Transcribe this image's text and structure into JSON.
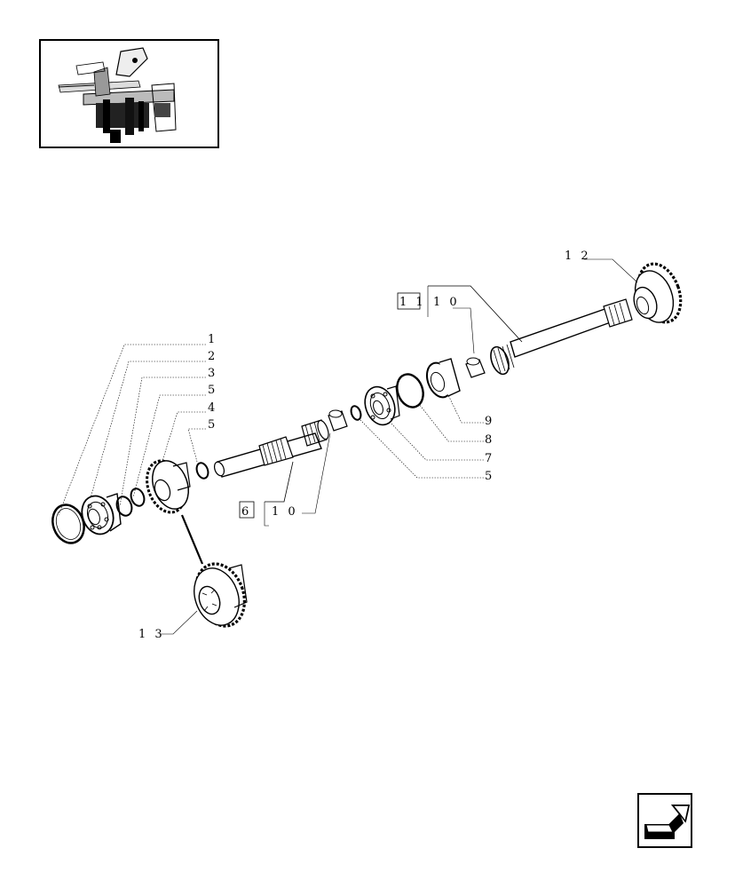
{
  "diagram": {
    "callouts": {
      "c1": "1",
      "c2": "2",
      "c3": "3",
      "c5a": "5",
      "c4": "4",
      "c5b": "5",
      "c12": "1 2",
      "c11": "1 1",
      "c10a": "1 0",
      "c9": "9",
      "c8": "8",
      "c7": "7",
      "c5c": "5",
      "c6": "6",
      "c10b": "1 0",
      "c13": "1 3"
    }
  },
  "navigation": {
    "next_icon": "arrow-next-icon"
  }
}
